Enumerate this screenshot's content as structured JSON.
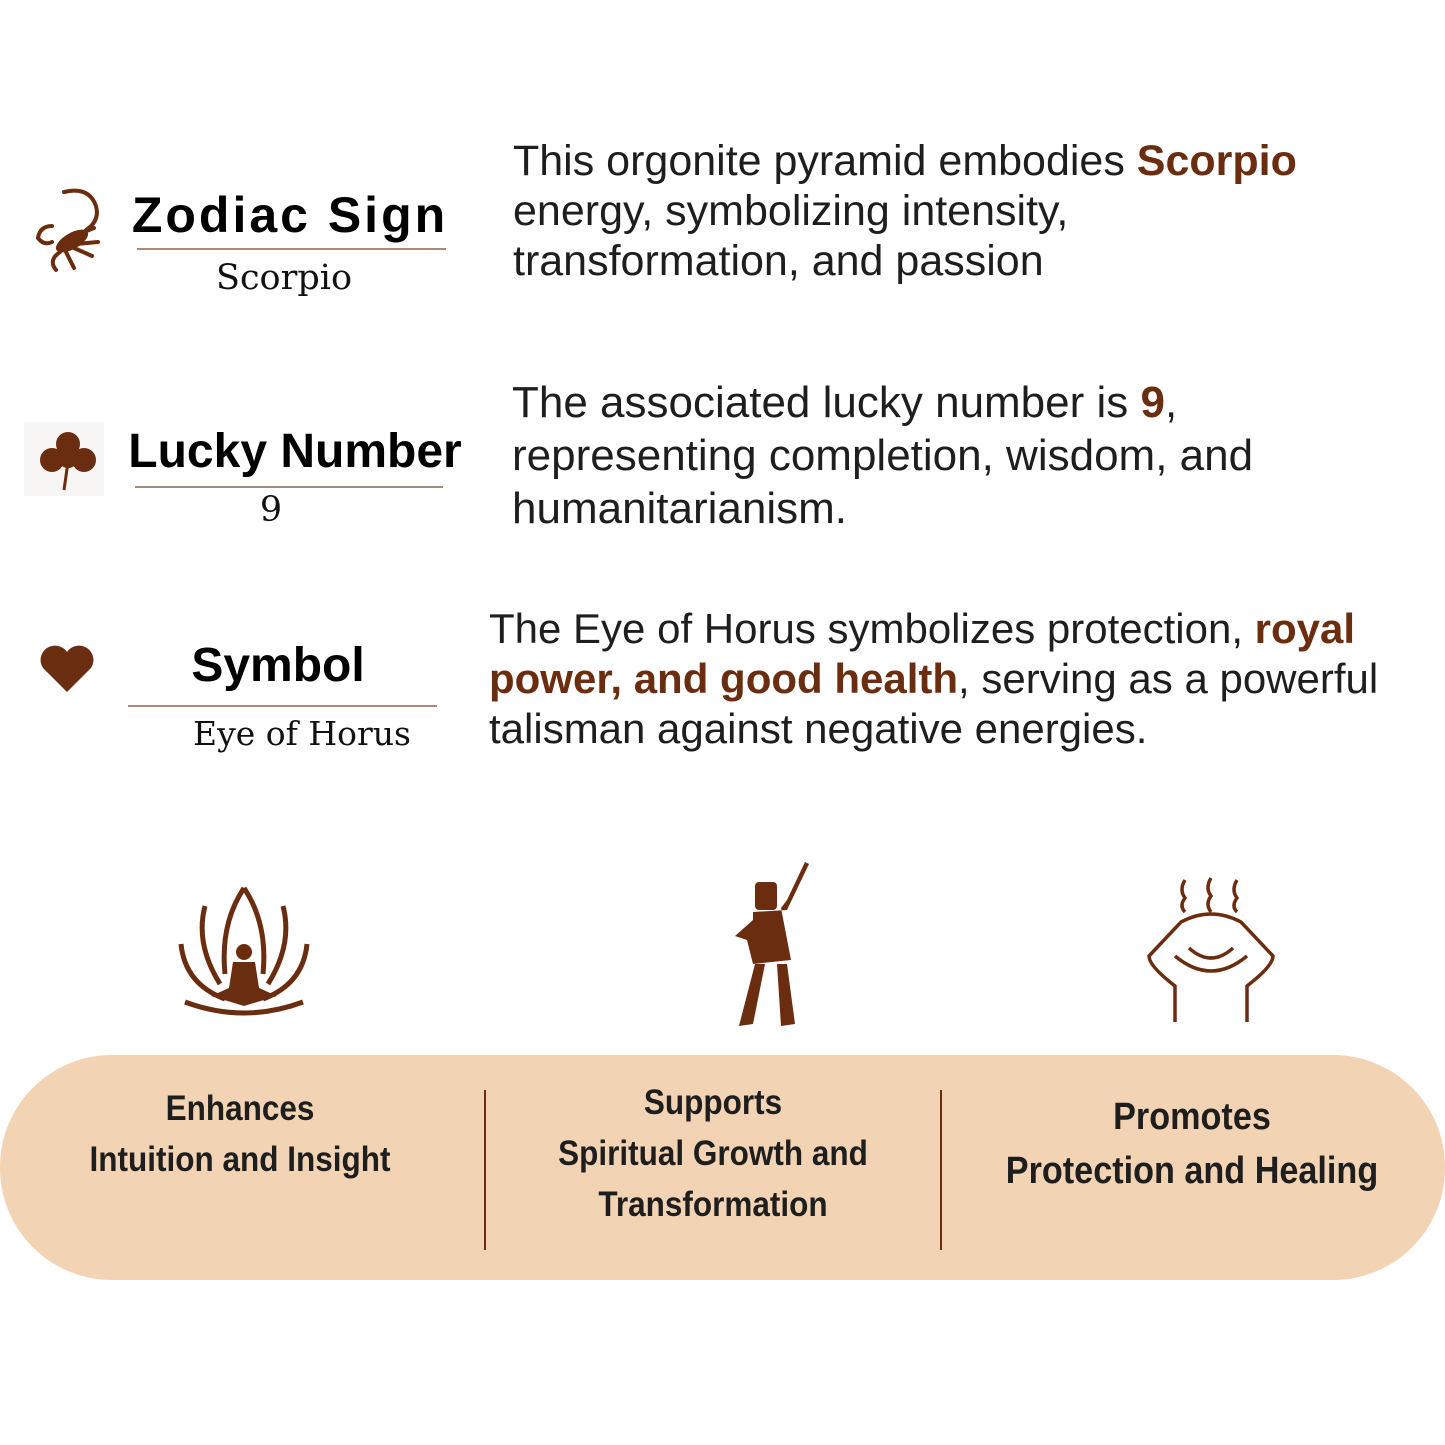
{
  "colors": {
    "brand": "#6b2d0f",
    "pill": "#f2d4b4",
    "rule": "#a88a78"
  },
  "attributes": [
    {
      "icon": "scorpion-icon",
      "heading": "Zodiac Sign",
      "value": "Scorpio",
      "desc": {
        "l1a": "This orgonite pyramid embodies ",
        "l1b": "Scorpio",
        "l2": "energy, symbolizing intensity,",
        "l3": "transformation, and passion"
      }
    },
    {
      "icon": "clover-icon",
      "heading": "Lucky Number",
      "value": "9",
      "desc": {
        "l1a": "The associated lucky number is ",
        "l1b": "9",
        "l1c": ",",
        "l2": "representing completion, wisdom, and",
        "l3": "humanitarianism."
      }
    },
    {
      "icon": "heart-icon",
      "heading": "Symbol",
      "value": "Eye of Horus",
      "desc": {
        "l1a": "The Eye of Horus symbolizes protection, ",
        "l1b": "royal",
        "l2a": "power, and good health",
        "l2b": ", serving as a powerful",
        "l3": "talisman against negative energies."
      }
    }
  ],
  "benefits": [
    {
      "icon": "lotus-meditation-icon",
      "line1": "Enhances",
      "line2": "Intuition and Insight"
    },
    {
      "icon": "raised-fist-person-icon",
      "line1": "Supports",
      "line2": "Spiritual Growth and",
      "line3": "Transformation"
    },
    {
      "icon": "head-holding-icon",
      "line1": "Promotes",
      "line2": "Protection and Healing"
    }
  ]
}
